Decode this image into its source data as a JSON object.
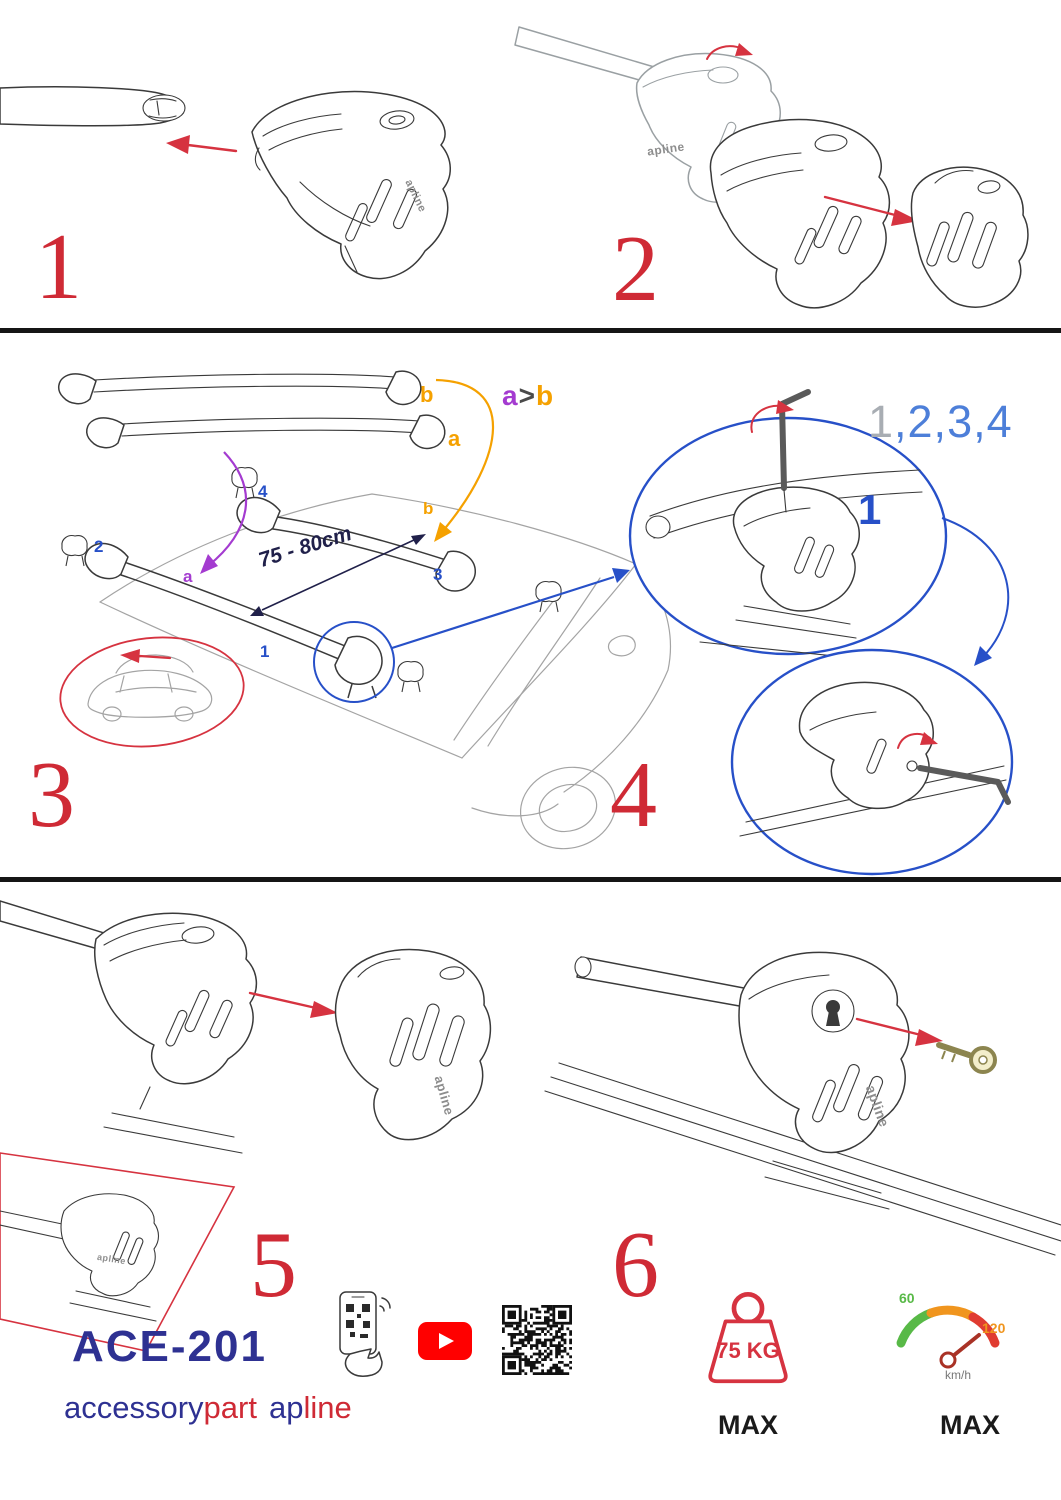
{
  "steps": {
    "s1": "1",
    "s2": "2",
    "s3": "3",
    "s4": "4",
    "s5": "5",
    "s6": "6"
  },
  "step3": {
    "spare_bar_b": "b",
    "spare_bar_a": "a",
    "order": {
      "a": "a",
      "gt": ">",
      "b": "b"
    },
    "measurement": "75 - 80cm",
    "roof": {
      "pos1": "1",
      "pos2": "2",
      "pos3": "3",
      "pos4": "4",
      "bar_a": "a",
      "bar_b": "b"
    }
  },
  "step4": {
    "sequence_first": "1",
    "sequence_rest": ",2,3,4",
    "detail_number": "1"
  },
  "branding": {
    "foot_logo": "apline",
    "model": "ACE-201",
    "word_accessory": "accessory",
    "word_part": "part",
    "word_ap": "ap",
    "word_line": "line"
  },
  "limits": {
    "weight_value": "75 KG",
    "weight_max": "MAX",
    "speed_low": "60",
    "speed_high": "120",
    "speed_unit": "km/h",
    "speed_max": "MAX"
  },
  "colors": {
    "step_red": "#cf2a35",
    "arrow_red": "#d63340",
    "blue": "#2750c8",
    "seq_blue": "#4d7fd9",
    "seq_gray": "#a8adb3",
    "orange": "#f5a100",
    "purple": "#a43bd0",
    "navy": "#2e3192",
    "brand_red": "#cf2a35",
    "green": "#58b947",
    "speed_orange": "#f0951e",
    "speed_red": "#e03c31",
    "youtube_red": "#ff0000",
    "measure_ink": "#20204a"
  }
}
